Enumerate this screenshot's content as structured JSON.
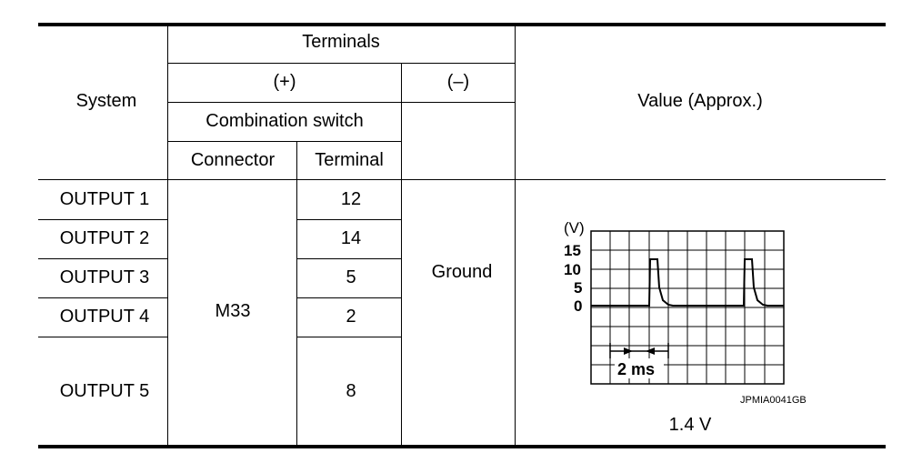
{
  "table": {
    "headers": {
      "system": "System",
      "terminals": "Terminals",
      "plus": "(+)",
      "minus": "(–)",
      "combination_switch": "Combination switch",
      "connector": "Connector",
      "terminal": "Terminal",
      "value": "Value (Approx.)"
    },
    "connector": "M33",
    "ground": "Ground",
    "rows": [
      {
        "system": "OUTPUT 1",
        "terminal": "12"
      },
      {
        "system": "OUTPUT 2",
        "terminal": "14"
      },
      {
        "system": "OUTPUT 3",
        "terminal": "5"
      },
      {
        "system": "OUTPUT 4",
        "terminal": "2"
      },
      {
        "system": "OUTPUT 5",
        "terminal": "8"
      }
    ]
  },
  "waveform": {
    "unit_label": "(V)",
    "y_ticks": [
      "15",
      "10",
      "5",
      "0"
    ],
    "time_label": "2 ms",
    "figure_code": "JPMIA0041GB",
    "value": "1.4 V"
  }
}
